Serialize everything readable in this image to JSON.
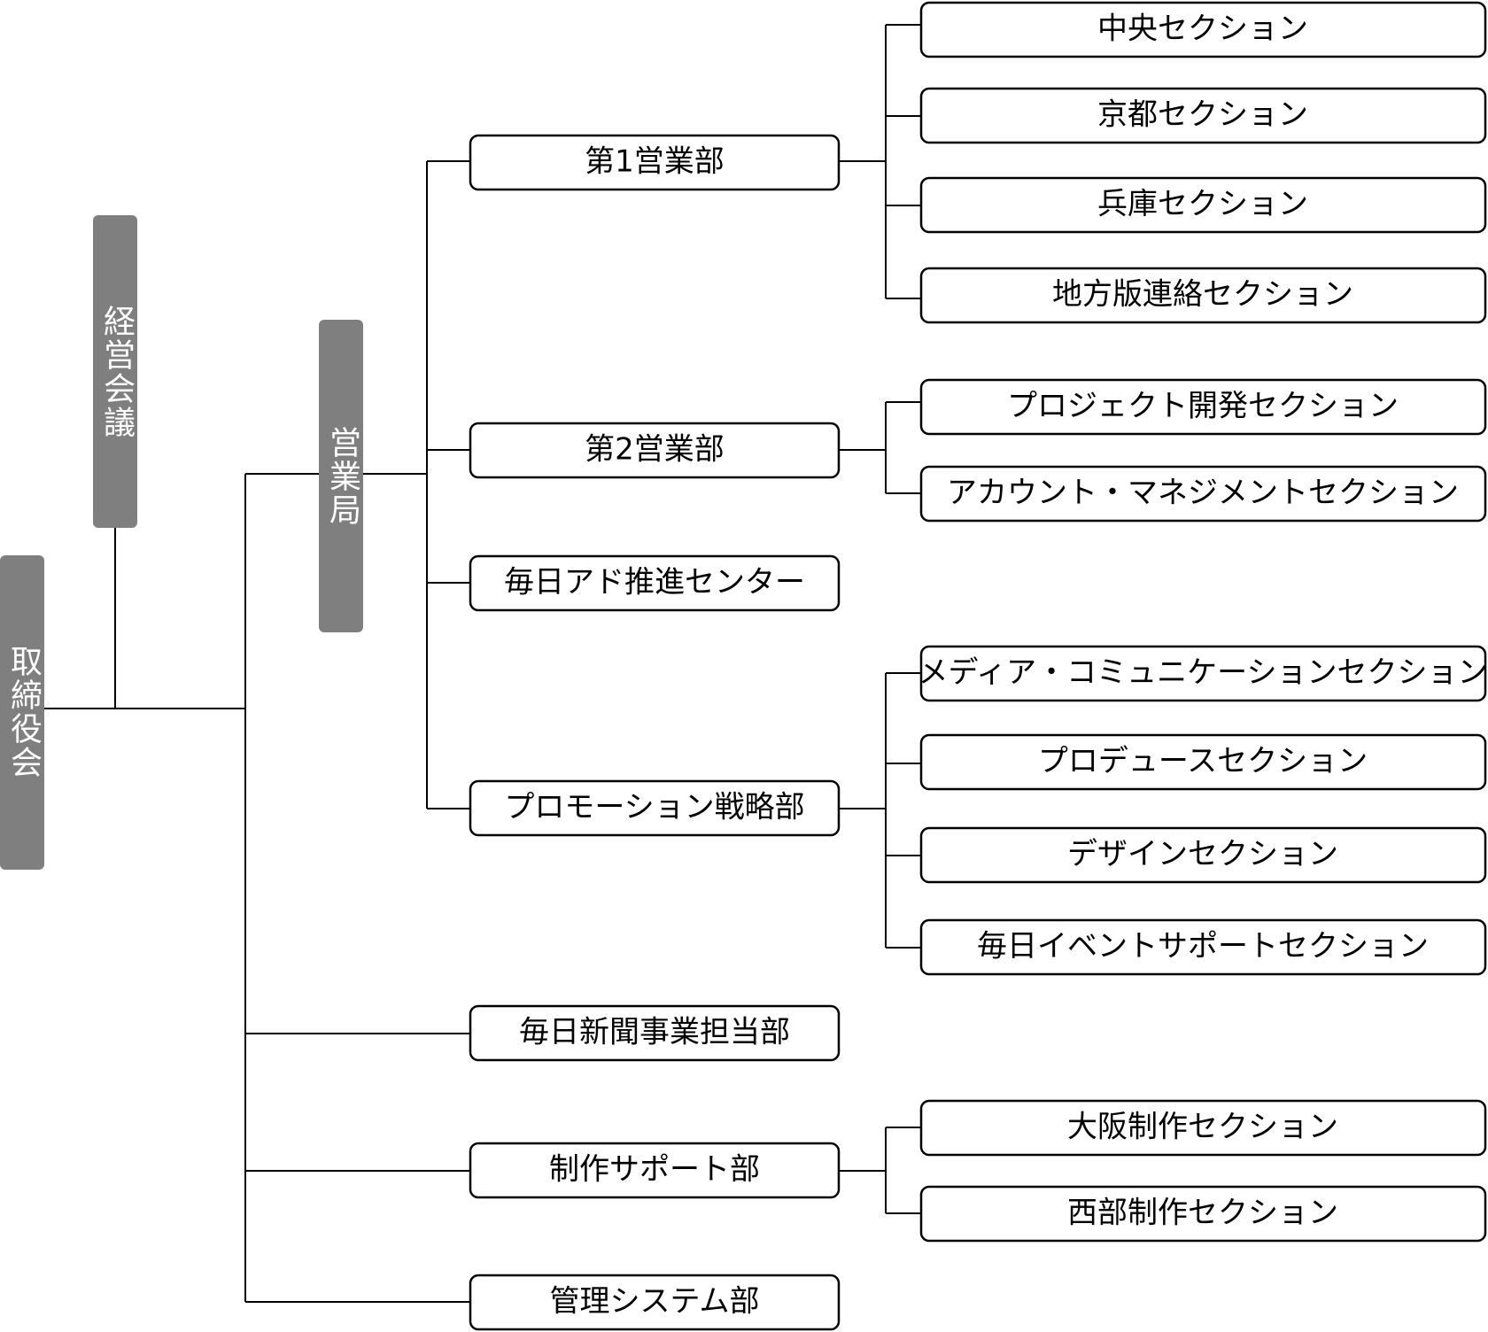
{
  "board": {
    "label": "取締役会"
  },
  "management_meeting": {
    "label": "経営会議"
  },
  "sales_bureau": {
    "label": "営業局"
  },
  "departments": [
    {
      "label": "第1営業部",
      "sections": [
        "中央セクション",
        "京都セクション",
        "兵庫セクション",
        "地方版連絡セクション"
      ]
    },
    {
      "label": "第2営業部",
      "sections": [
        "プロジェクト開発セクション",
        "アカウント・マネジメントセクション"
      ]
    },
    {
      "label": "毎日アド推進センター",
      "sections": []
    },
    {
      "label": "プロモーション戦略部",
      "sections": [
        "メディア・コミュニケーションセクション",
        "プロデュースセクション",
        "デザインセクション",
        "毎日イベントサポートセクション"
      ]
    }
  ],
  "other_departments": [
    {
      "label": "毎日新聞事業担当部",
      "sections": []
    },
    {
      "label": "制作サポート部",
      "sections": [
        "大阪制作セクション",
        "西部制作セクション"
      ]
    },
    {
      "label": "管理システム部",
      "sections": []
    }
  ]
}
